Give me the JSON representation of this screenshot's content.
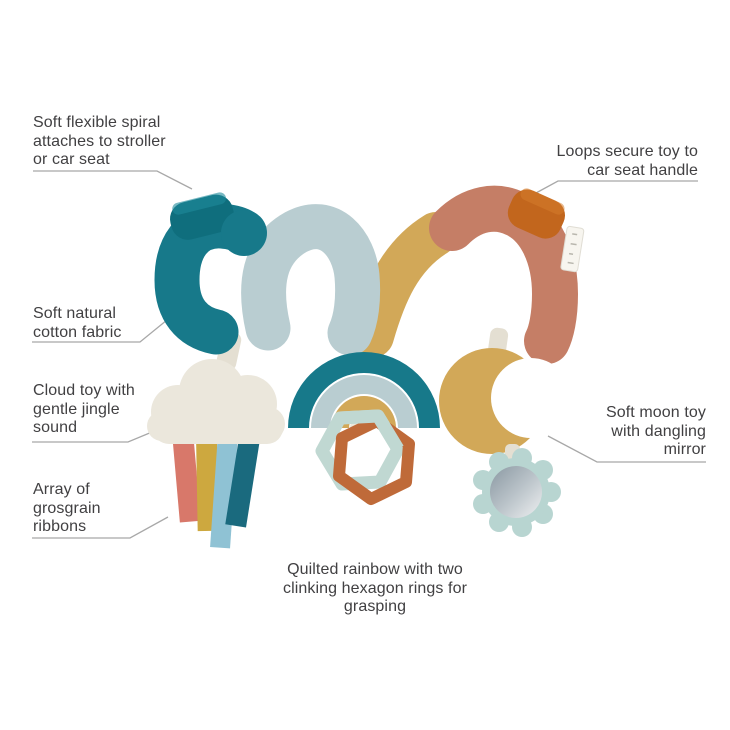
{
  "labels": {
    "spiral": "Soft flexible spiral\nattaches to stroller\nor car seat",
    "loops": "Loops secure toy to\ncar seat handle",
    "fabric": "Soft natural\ncotton fabric",
    "cloud": "Cloud toy with\ngentle jingle\nsound",
    "ribbons": "Array of\ngrosgrain\nribbons",
    "moon": "Soft moon toy\nwith dangling\nmirror",
    "rainbow": "Quilted rainbow with two\nclinking hexagon rings for\ngrasping"
  },
  "colors": {
    "teal": "#17798a",
    "teal_band": "#0f6e7d",
    "light_blue": "#b9cdd1",
    "mustard": "#d2a858",
    "rust": "#c57e66",
    "orange_loop": "#c2661d",
    "cream": "#ebe7dc",
    "strap": "#e4dfd2",
    "ribbon_salmon": "#d8786a",
    "ribbon_mustard": "#cda83f",
    "ribbon_blue": "#8fc2d4",
    "ribbon_teal": "#1a6a7e",
    "hex_mint": "#c0d8d2",
    "hex_orange": "#bf6a39",
    "mirror_frame": "#b8d5d1",
    "tag": "#f7f5ef",
    "text": "#414042",
    "connector": "#a8a8a8"
  }
}
